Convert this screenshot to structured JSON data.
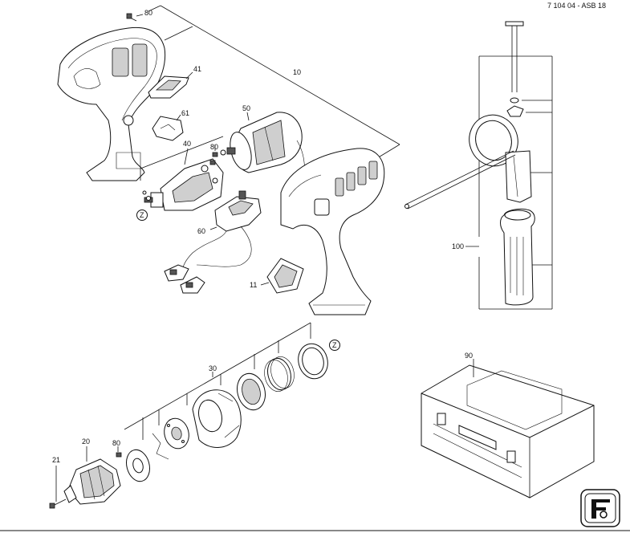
{
  "document_ref": "7 104 04 - ASB 18",
  "brand_logo": "fein",
  "part_labels": {
    "p80_top": "80",
    "p10": "10",
    "p41": "41",
    "p61": "61",
    "p50": "50",
    "p40": "40",
    "p80_mid": "80",
    "z_top": "Z",
    "p60": "60",
    "p11": "11",
    "p100": "100",
    "p90": "90",
    "p30": "30",
    "z_bottom": "Z",
    "p20": "20",
    "p80_bottom": "80",
    "p21": "21"
  }
}
